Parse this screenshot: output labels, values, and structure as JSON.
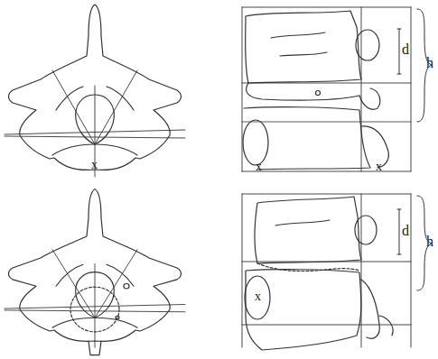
{
  "diagram": {
    "labels": [
      "x",
      "d",
      "h",
      "x",
      "x",
      "d",
      "h",
      "x"
    ]
  }
}
